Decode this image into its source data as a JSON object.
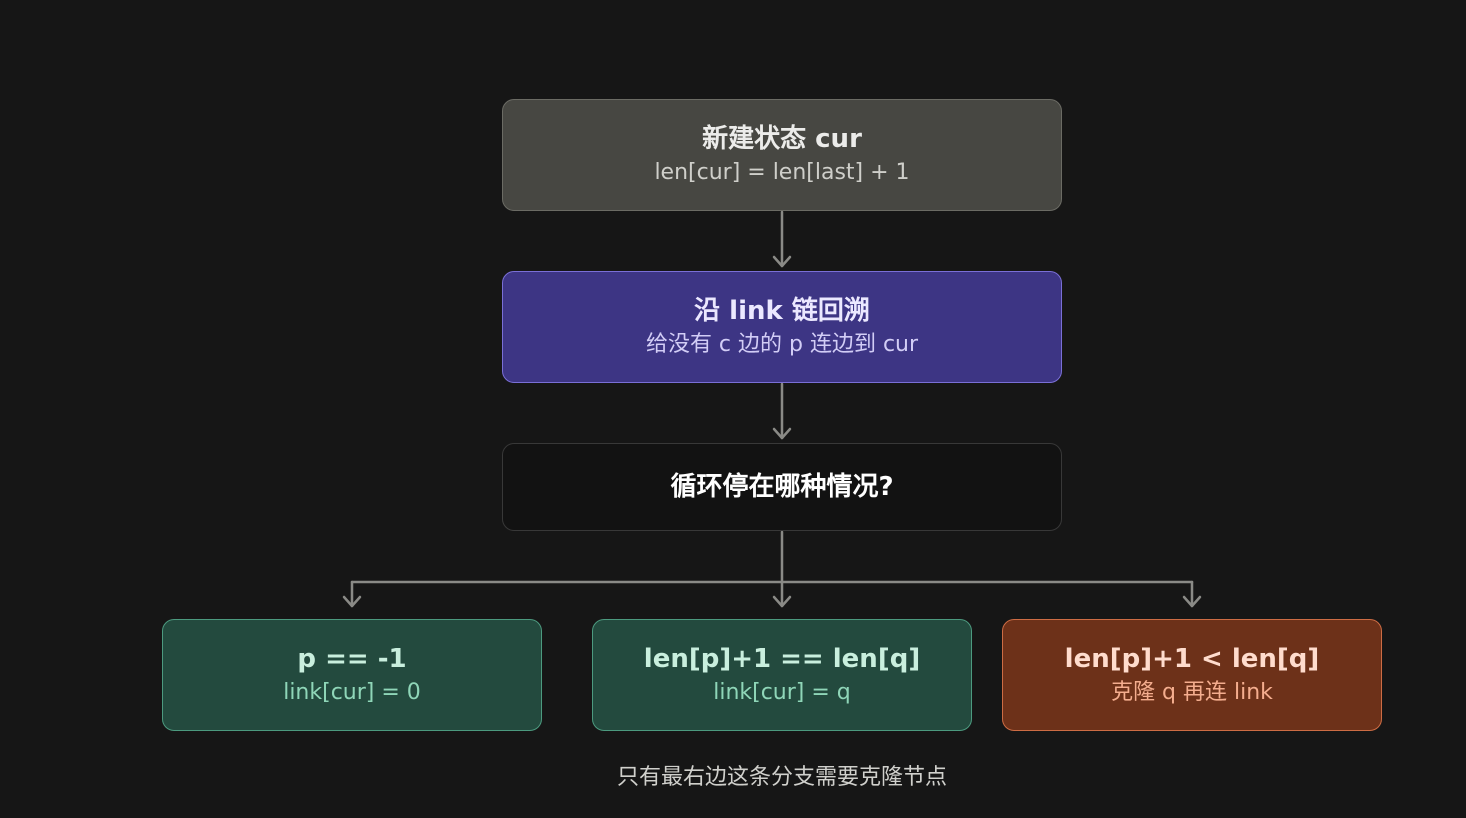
{
  "nodes": {
    "new_state": {
      "title": "新建状态 cur",
      "sub": "len[cur] = len[last] + 1"
    },
    "backtrack": {
      "title": "沿 link 链回溯",
      "sub": "给没有 c 边的 p 连边到 cur"
    },
    "decision": {
      "title": "循环停在哪种情况?"
    },
    "case_root": {
      "title": "p == -1",
      "sub": "link[cur] = 0"
    },
    "case_direct": {
      "title": "len[p]+1 == len[q]",
      "sub": "link[cur] = q"
    },
    "case_clone": {
      "title": "len[p]+1 < len[q]",
      "sub": "克隆 q 再连 link"
    }
  },
  "footnote": "只有最右边这条分支需要克隆节点",
  "colors": {
    "edge": "#8a8a86",
    "neutral_fill": "#474742",
    "accent_fill": "#3d3584",
    "success_fill": "#234a3e",
    "warning_fill": "#6d3119"
  }
}
